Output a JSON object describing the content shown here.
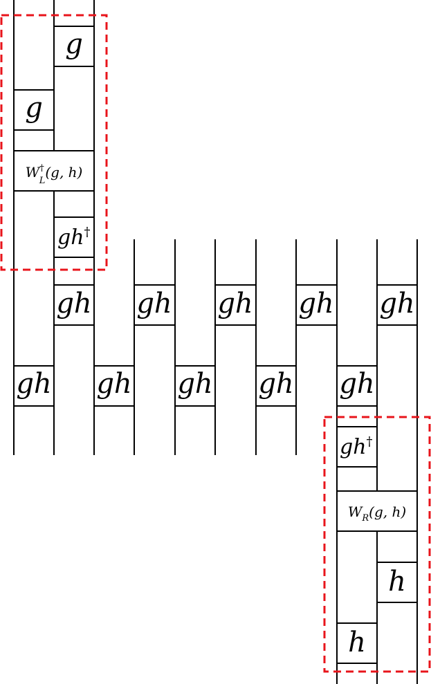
{
  "diagram": {
    "colors": {
      "wire": "#000000",
      "gate_border": "#000000",
      "highlight_box": "#e8141b"
    },
    "gates": {
      "g": "g",
      "gh": "gh",
      "h": "h",
      "gh_dagger": "gh†",
      "wl_dagger": "W†L(g, h)",
      "wr": "WR(g, h)"
    }
  }
}
